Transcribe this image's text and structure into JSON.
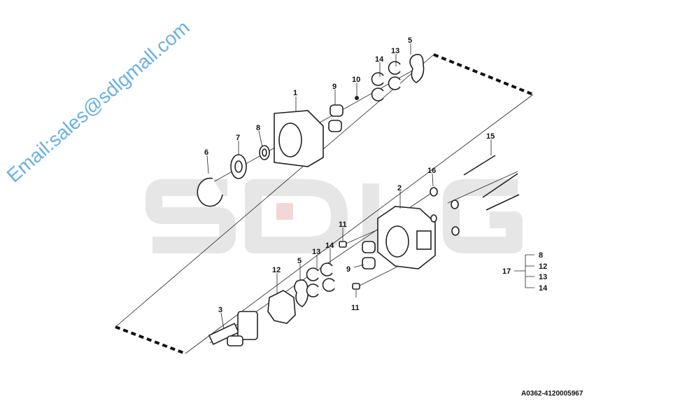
{
  "watermark": {
    "brand": "SDLG",
    "email": "Email:sales@sdlgmall.com"
  },
  "callouts": {
    "top": {
      "c1": "1",
      "c9": "9",
      "c10": "10",
      "c14": "14",
      "c13": "13",
      "c5": "5",
      "c8": "8",
      "c7": "7",
      "c6": "6"
    },
    "bottom": {
      "c15": "15",
      "c16": "16",
      "c2": "2",
      "c11a": "11",
      "c14": "14",
      "c13": "13",
      "c5": "5",
      "c12": "12",
      "c9": "9",
      "c11b": "11",
      "c3": "3"
    }
  },
  "legend": {
    "group": "17",
    "items": [
      "8",
      "12",
      "13",
      "14"
    ]
  },
  "drawing_code": "A0362-4120005967",
  "colors": {
    "watermark_gray": "#e6e6e6",
    "email_blue": "#6ab0e6",
    "watermark_red": "#f3d6d6"
  }
}
